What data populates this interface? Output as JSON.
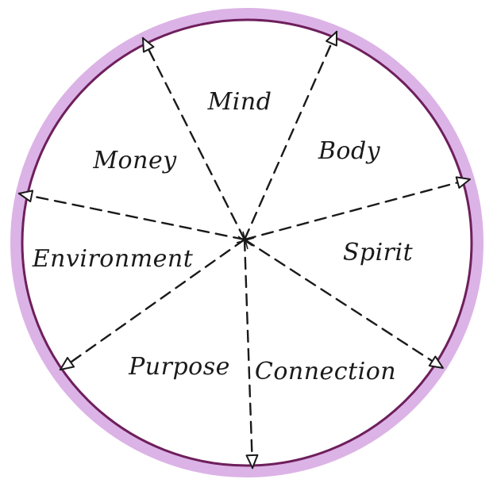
{
  "wheel": {
    "segments": [
      {
        "label": "Mind"
      },
      {
        "label": "Body"
      },
      {
        "label": "Spirit"
      },
      {
        "label": "Connection"
      },
      {
        "label": "Purpose"
      },
      {
        "label": "Environment"
      },
      {
        "label": "Money"
      }
    ],
    "colors": {
      "outer_ring": "#dcb3e6",
      "inner_ring": "#6e1f5c",
      "spokes": "#1a1a1a",
      "background": "#ffffff",
      "text": "#1a1a1a"
    }
  }
}
